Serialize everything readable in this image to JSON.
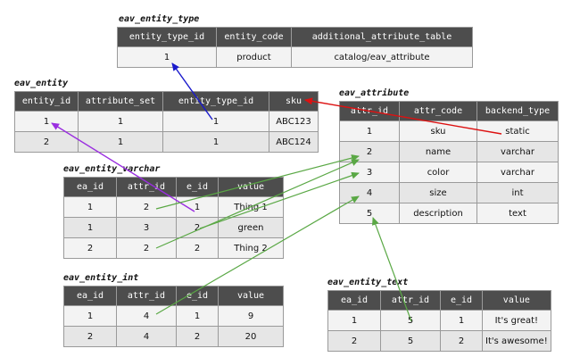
{
  "colors": {
    "blue": "#1a1acc",
    "red": "#dd1111",
    "purple": "#9a2ee0",
    "green": "#5aa845",
    "header_bg": "#4d4d4d"
  },
  "tables": [
    {
      "id": "eav_entity_type",
      "title": "eav_entity_type",
      "columns": [
        "entity_type_id",
        "entity_code",
        "additional_attribute_table"
      ],
      "rows": [
        [
          "1",
          "product",
          "catalog/eav_attribute"
        ]
      ]
    },
    {
      "id": "eav_entity",
      "title": "eav_entity",
      "columns": [
        "entity_id",
        "attribute_set",
        "entity_type_id",
        "sku"
      ],
      "rows": [
        [
          "1",
          "1",
          "1",
          "ABC123"
        ],
        [
          "2",
          "1",
          "1",
          "ABC124"
        ]
      ]
    },
    {
      "id": "eav_attribute",
      "title": "eav_attribute",
      "columns": [
        "attr_id",
        "attr_code",
        "backend_type"
      ],
      "rows": [
        [
          "1",
          "sku",
          "static"
        ],
        [
          "2",
          "name",
          "varchar"
        ],
        [
          "3",
          "color",
          "varchar"
        ],
        [
          "4",
          "size",
          "int"
        ],
        [
          "5",
          "description",
          "text"
        ]
      ]
    },
    {
      "id": "eav_entity_varchar",
      "title": "eav_entity_varchar",
      "columns": [
        "ea_id",
        "attr_id",
        "e_id",
        "value"
      ],
      "rows": [
        [
          "1",
          "2",
          "1",
          "Thing 1"
        ],
        [
          "1",
          "3",
          "2",
          "green"
        ],
        [
          "2",
          "2",
          "2",
          "Thing 2"
        ]
      ]
    },
    {
      "id": "eav_entity_int",
      "title": "eav_entity_int",
      "columns": [
        "ea_id",
        "attr_id",
        "e_id",
        "value"
      ],
      "rows": [
        [
          "1",
          "4",
          "1",
          "9"
        ],
        [
          "2",
          "4",
          "2",
          "20"
        ]
      ]
    },
    {
      "id": "eav_entity_text",
      "title": "eav_entity_text",
      "columns": [
        "ea_id",
        "attr_id",
        "e_id",
        "value"
      ],
      "rows": [
        [
          "1",
          "5",
          "1",
          "It's great!"
        ],
        [
          "2",
          "5",
          "2",
          "It's awesome!"
        ]
      ]
    }
  ],
  "arrows": [
    {
      "name": "entity-type-fk-arrow",
      "color": "blue"
    },
    {
      "name": "sku-to-attribute-arrow",
      "color": "red"
    },
    {
      "name": "varchar-entity-fk-arrow",
      "color": "purple"
    },
    {
      "name": "varchar-attr-name-arrow",
      "color": "green"
    },
    {
      "name": "varchar-attr-color-arrow",
      "color": "green"
    },
    {
      "name": "varchar-attr-name-arrow-2",
      "color": "green"
    },
    {
      "name": "int-attr-size-arrow",
      "color": "green"
    },
    {
      "name": "text-attr-description-arrow",
      "color": "green"
    }
  ]
}
